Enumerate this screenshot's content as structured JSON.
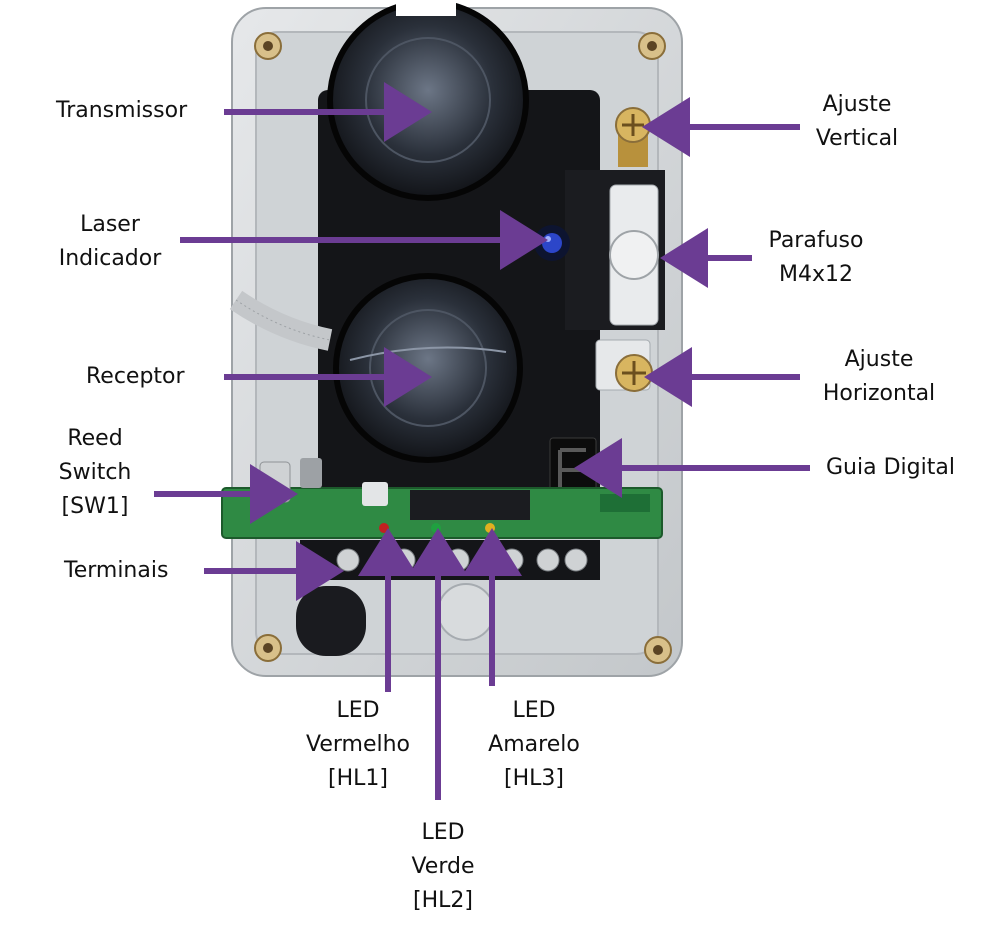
{
  "labels": {
    "transmissor": "Transmissor",
    "laser_1": "Laser",
    "laser_2": "Indicador",
    "receptor": "Receptor",
    "reed_1": "Reed",
    "reed_2": "Switch",
    "reed_3": "[SW1]",
    "terminais": "Terminais",
    "ajuste_v_1": "Ajuste",
    "ajuste_v_2": "Vertical",
    "parafuso_1": "Parafuso",
    "parafuso_2": "M4x12",
    "ajuste_h_1": "Ajuste",
    "ajuste_h_2": "Horizontal",
    "guia": "Guia Digital",
    "led_red_1": "LED",
    "led_red_2": "Vermelho",
    "led_red_3": "[HL1]",
    "led_yellow_1": "LED",
    "led_yellow_2": "Amarelo",
    "led_yellow_3": "[HL3]",
    "led_green_1": "LED",
    "led_green_2": "Verde",
    "led_green_3": "[HL2]"
  },
  "colors": {
    "arrow": "#6b3c93",
    "housing": "#d7dadc",
    "lens_body": "#141518",
    "pcb": "#2f8a44",
    "brass": "#c9a24a"
  }
}
